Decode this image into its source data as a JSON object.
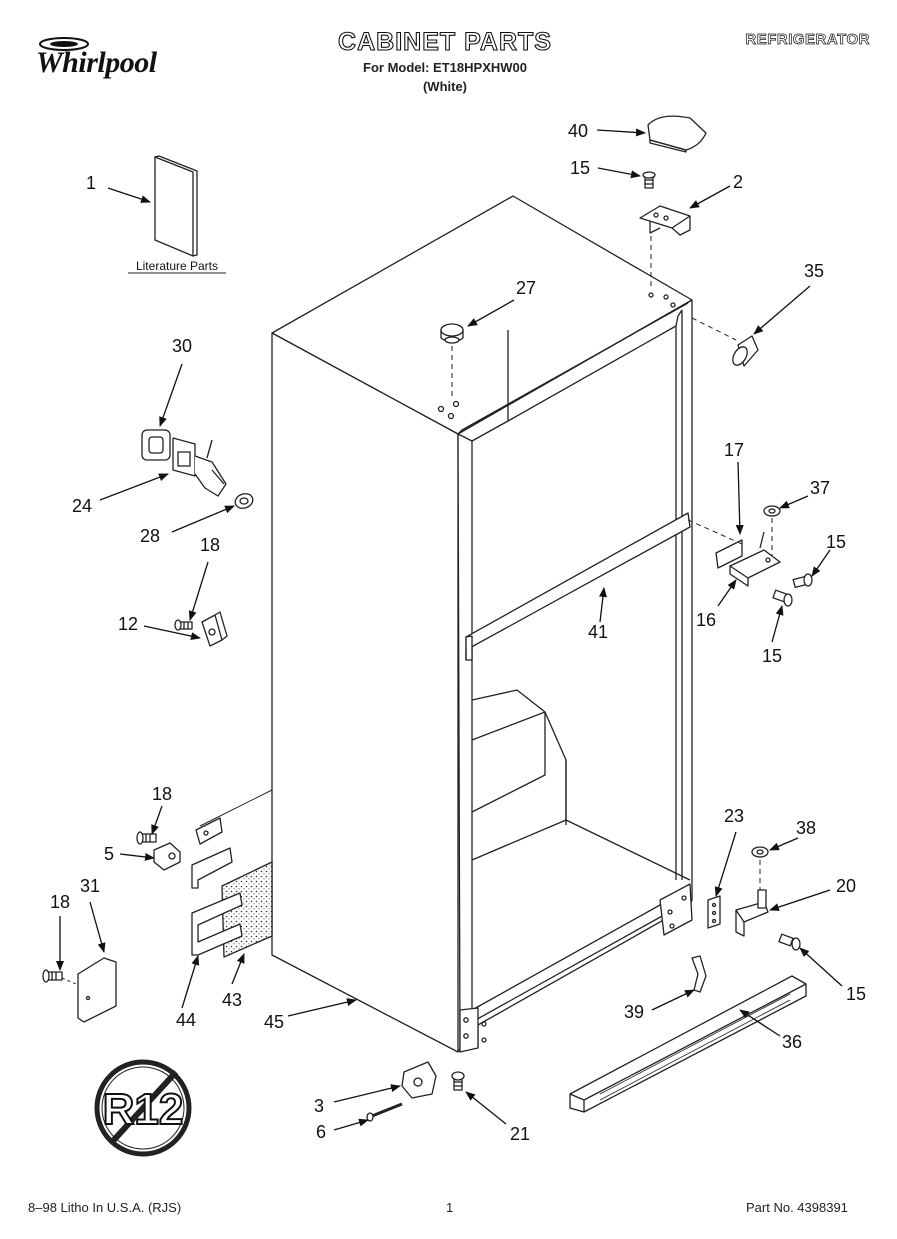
{
  "header": {
    "title": "CABINET PARTS",
    "model_line": "For Model: ET18HPXHW00",
    "color_line": "(White)",
    "appliance": "REFRIGERATOR",
    "brand": "Whirlpool"
  },
  "literature": {
    "label": "Literature Parts"
  },
  "callouts": [
    "1",
    "2",
    "3",
    "5",
    "6",
    "12",
    "15",
    "15",
    "15",
    "15",
    "16",
    "17",
    "18",
    "18",
    "18",
    "20",
    "21",
    "23",
    "24",
    "27",
    "28",
    "30",
    "31",
    "35",
    "36",
    "37",
    "38",
    "39",
    "40",
    "41",
    "43",
    "44",
    "45"
  ],
  "symbol": {
    "text": "R12"
  },
  "footer": {
    "left": "8–98 Litho In U.S.A. (RJS)",
    "center": "1",
    "right": "Part No. 4398391"
  }
}
